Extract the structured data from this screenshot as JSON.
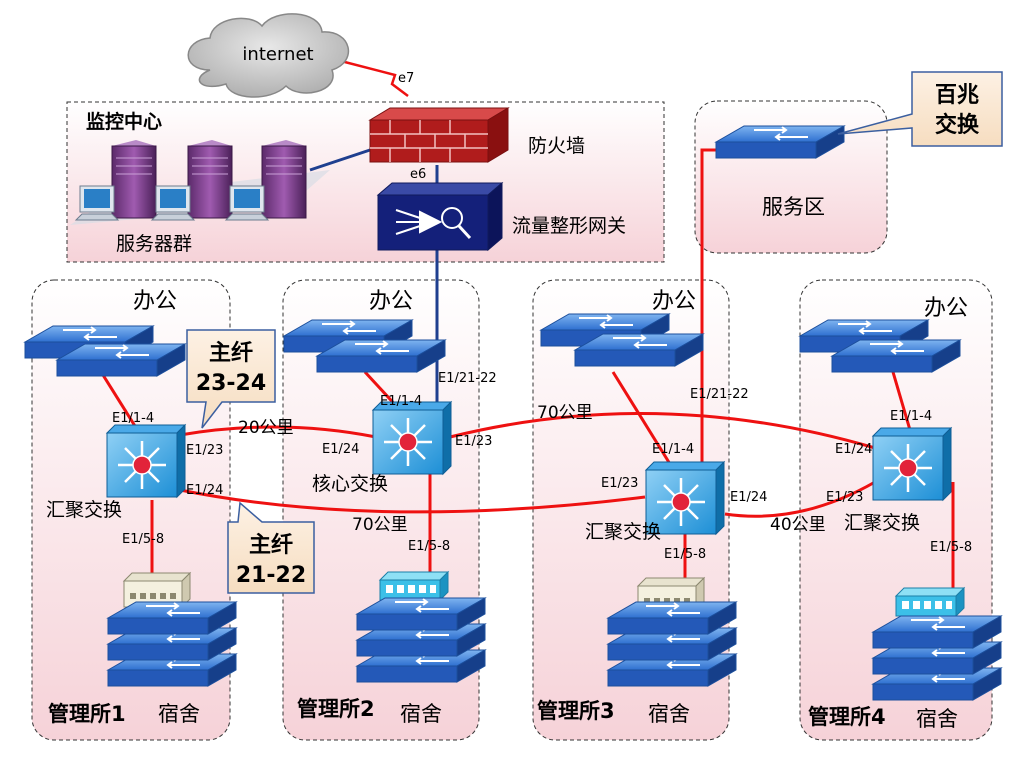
{
  "cloud": {
    "label": "internet"
  },
  "monitor": {
    "title": "监控中心",
    "server_group": "服务器群"
  },
  "firewall": {
    "label": "防火墙",
    "port_top": "e7",
    "port_bottom": "e6"
  },
  "gateway": {
    "label": "流量整形网关"
  },
  "service": {
    "label": "服务区",
    "callout": [
      "百兆",
      "交换"
    ]
  },
  "callout1": {
    "lines": [
      "主纤",
      "23-24"
    ]
  },
  "callout2": {
    "lines": [
      "主纤",
      "21-22"
    ]
  },
  "office_label": "办公",
  "dorm_label": "宿舍",
  "sites": [
    {
      "name": "管理所1",
      "switch": "汇聚交换",
      "up": "E1/1-4",
      "down": "E1/5-8",
      "p1": "E1/23",
      "p2": "E1/24"
    },
    {
      "name": "管理所2",
      "switch": "核心交换",
      "up": "E1/1-4",
      "down": "E1/5-8",
      "p1": "E1/24",
      "p2": "E1/23",
      "p3": "E1/21-22"
    },
    {
      "name": "管理所3",
      "switch": "汇聚交换",
      "up": "E1/1-4",
      "down": "E1/5-8",
      "p1": "E1/23",
      "p2": "E1/24",
      "p3": "E1/21-22"
    },
    {
      "name": "管理所4",
      "switch": "汇聚交换",
      "up": "E1/1-4",
      "down": "E1/5-8",
      "p1": "E1/24",
      "p2": "E1/23"
    }
  ],
  "links": {
    "d1": "20公里",
    "d2": "70公里",
    "d3": "70公里",
    "d4": "40公里"
  }
}
